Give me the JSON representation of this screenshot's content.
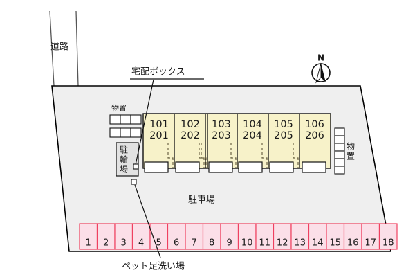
{
  "plan": {
    "title": "apartment-site-plan",
    "labels": {
      "road": "道路",
      "delivery_box": "宅配ボックス",
      "pet_wash": "ペット足洗い場",
      "parking_lot": "駐車場",
      "storage_left": "物置",
      "storage_right": "物置",
      "bicycle_parking": "駐輪場",
      "compass_north": "N"
    },
    "colors": {
      "lot_fill": "#efefef",
      "lot_stroke": "#000000",
      "building_fill": "#f7f2c9",
      "building_stroke": "#111111",
      "stall_fill": "#fbdfe8",
      "stall_stroke": "#ef4060",
      "storage_fill": "#ffffff",
      "bike_fill": "#e2e2e2",
      "text": "#1a1a1a",
      "balcony_dash": "#6d6545"
    },
    "units": [
      {
        "first_floor": "101",
        "second_floor": "201"
      },
      {
        "first_floor": "102",
        "second_floor": "202"
      },
      {
        "first_floor": "103",
        "second_floor": "203"
      },
      {
        "first_floor": "104",
        "second_floor": "204"
      },
      {
        "first_floor": "105",
        "second_floor": "205"
      },
      {
        "first_floor": "106",
        "second_floor": "206"
      }
    ],
    "parking_stalls": [
      "1",
      "2",
      "3",
      "4",
      "5",
      "6",
      "7",
      "8",
      "9",
      "10",
      "11",
      "12",
      "13",
      "14",
      "15",
      "16",
      "17",
      "18"
    ],
    "storage_left_cells": 6,
    "storage_right_cells": 6,
    "vertical_text": {
      "bicycle_parking_chars": [
        "駐",
        "輪",
        "場"
      ],
      "storage_right_chars": [
        "物",
        "置"
      ]
    }
  }
}
